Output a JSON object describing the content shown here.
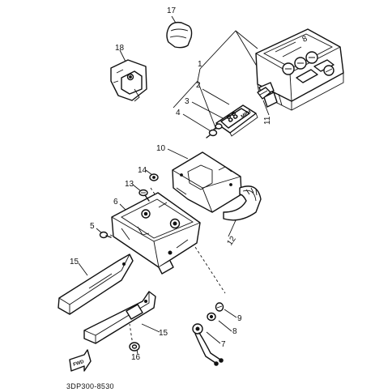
{
  "diagram": {
    "drawing_code": "3DP300-8530",
    "display_readout": "88",
    "display_unit": "MPH",
    "front_arrow_label": "FWD",
    "callouts": [
      "1",
      "2",
      "3",
      "4",
      "5",
      "6",
      "7",
      "8",
      "9",
      "10",
      "11",
      "12",
      "13",
      "14",
      "15",
      "15",
      "16",
      "17",
      "18"
    ]
  }
}
